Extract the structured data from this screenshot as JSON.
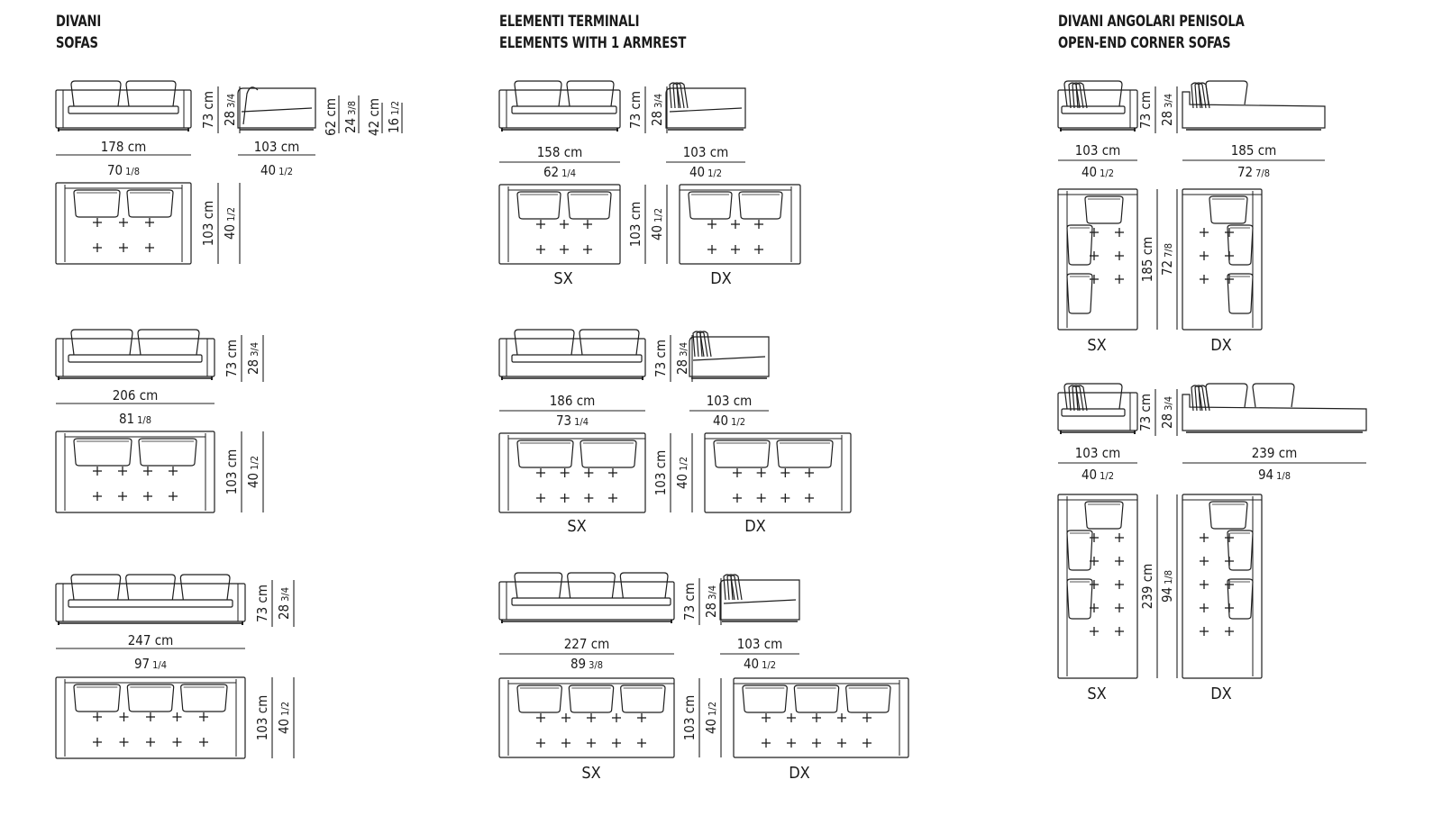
{
  "headers": {
    "sofas": [
      "DIVANI",
      "SOFAS"
    ],
    "terminal": [
      "ELEMENTI TERMINALI",
      "ELEMENTS WITH 1 ARMREST"
    ],
    "corner": [
      "DIVANI ANGOLARI PENISOLA",
      "OPEN-END CORNER SOFAS"
    ]
  },
  "labels": {
    "sx": "SX",
    "dx": "DX"
  },
  "sofas": [
    {
      "width_cm": "178 cm",
      "width_in": "70",
      "width_in_frac": "1/8",
      "height_cm": "73 cm",
      "height_in": "28",
      "height_in_frac": "3/4",
      "depth_cm": "103 cm",
      "depth_in": "40",
      "depth_in_frac": "1/2",
      "seat_cm": "62 cm",
      "seat_in": "24",
      "seat_in_frac": "3/8",
      "arm_cm": "42 cm",
      "arm_in": "16",
      "arm_in_frac": "1/2"
    },
    {
      "width_cm": "206 cm",
      "width_in": "81",
      "width_in_frac": "1/8",
      "height_cm": "73 cm",
      "height_in": "28",
      "height_in_frac": "3/4",
      "depth_cm": "103 cm",
      "depth_in": "40",
      "depth_in_frac": "1/2"
    },
    {
      "width_cm": "247 cm",
      "width_in": "97",
      "width_in_frac": "1/4",
      "height_cm": "73 cm",
      "height_in": "28",
      "height_in_frac": "3/4",
      "depth_cm": "103 cm",
      "depth_in": "40",
      "depth_in_frac": "1/2"
    }
  ],
  "terminal": [
    {
      "width_cm": "158 cm",
      "width_in": "62",
      "width_in_frac": "1/4",
      "height_cm": "73 cm",
      "height_in": "28",
      "height_in_frac": "3/4",
      "side_cm": "103 cm",
      "side_in": "40",
      "side_in_frac": "1/2",
      "depth_cm": "103 cm",
      "depth_in": "40",
      "depth_in_frac": "1/2"
    },
    {
      "width_cm": "186 cm",
      "width_in": "73",
      "width_in_frac": "1/4",
      "height_cm": "73 cm",
      "height_in": "28",
      "height_in_frac": "3/4",
      "side_cm": "103 cm",
      "side_in": "40",
      "side_in_frac": "1/2",
      "depth_cm": "103 cm",
      "depth_in": "40",
      "depth_in_frac": "1/2"
    },
    {
      "width_cm": "227 cm",
      "width_in": "89",
      "width_in_frac": "3/8",
      "height_cm": "73 cm",
      "height_in": "28",
      "height_in_frac": "3/4",
      "side_cm": "103 cm",
      "side_in": "40",
      "side_in_frac": "1/2",
      "depth_cm": "103 cm",
      "depth_in": "40",
      "depth_in_frac": "1/2"
    }
  ],
  "corner": [
    {
      "left_cm": "103 cm",
      "left_in": "40",
      "left_in_frac": "1/2",
      "height_cm": "73 cm",
      "height_in": "28",
      "height_in_frac": "3/4",
      "right_cm": "185 cm",
      "right_in": "72",
      "right_in_frac": "7/8",
      "long_cm": "185 cm",
      "long_in": "72",
      "long_in_frac": "7/8"
    },
    {
      "left_cm": "103 cm",
      "left_in": "40",
      "left_in_frac": "1/2",
      "height_cm": "73 cm",
      "height_in": "28",
      "height_in_frac": "3/4",
      "right_cm": "239 cm",
      "right_in": "94",
      "right_in_frac": "1/8",
      "long_cm": "239 cm",
      "long_in": "94",
      "long_in_frac": "1/8"
    }
  ]
}
